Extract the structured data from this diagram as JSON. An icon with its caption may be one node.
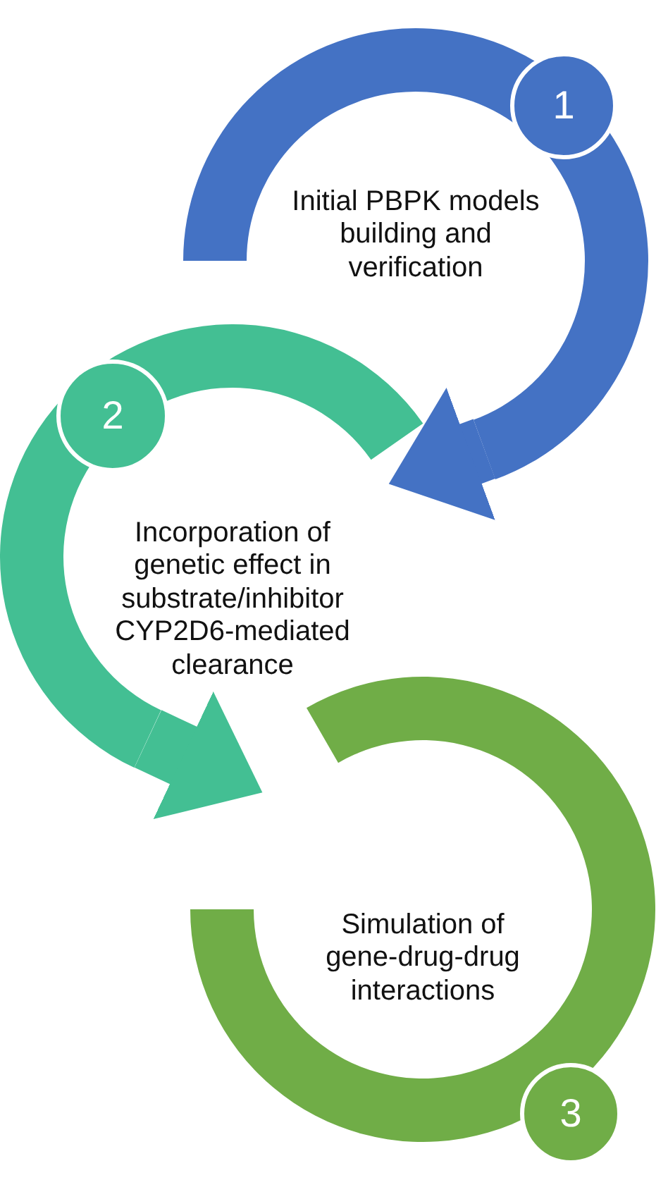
{
  "diagram": {
    "nodes": [
      {
        "text": [
          "Initial PBPK models building and verification"
        ]
      },
      {
        "text": [
          "1"
        ],
        "in": 0
      },
      {
        "text": [
          "Incorporation of genetic effect in substrate/inhibitor CYP2D6-mediated clearance"
        ]
      },
      {
        "text": [
          "2"
        ],
        "in": 2
      },
      {
        "text": [
          "Simulation of gene-drug-drug interactions"
        ]
      },
      {
        "text": [
          "3"
        ],
        "in": 4
      }
    ],
    "edges": [
      {
        "from": 0,
        "to": 2,
        "arrow": "to",
        "color": "#4472c4"
      },
      {
        "from": 2,
        "to": 4,
        "arrow": "to",
        "color": "#43bf93"
      }
    ]
  }
}
